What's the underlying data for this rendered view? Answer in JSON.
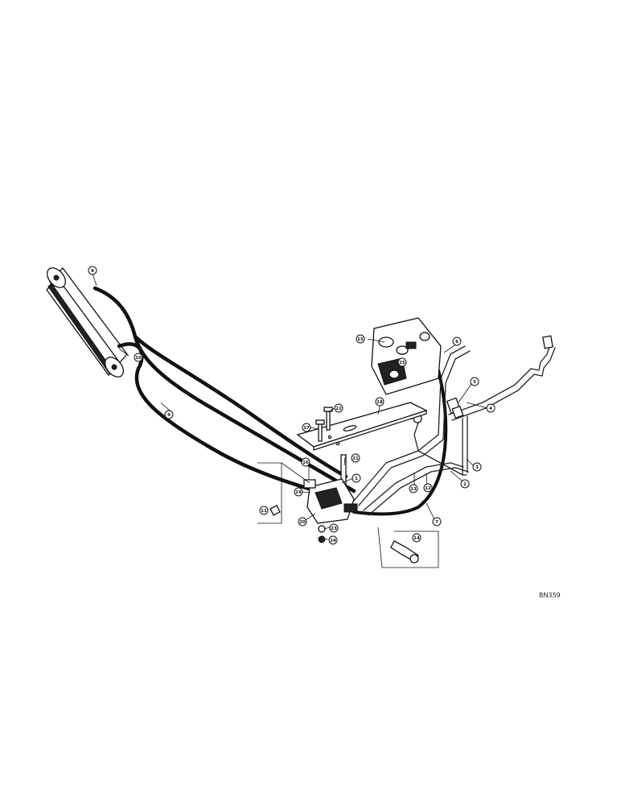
{
  "drawing_code": "BN359",
  "callouts": [
    {
      "id": "c1",
      "label": "1"
    },
    {
      "id": "c2",
      "label": "2"
    },
    {
      "id": "c3",
      "label": "3"
    },
    {
      "id": "c4",
      "label": "4"
    },
    {
      "id": "c5",
      "label": "5"
    },
    {
      "id": "c6",
      "label": "6"
    },
    {
      "id": "c7",
      "label": "7"
    },
    {
      "id": "c8",
      "label": "8"
    },
    {
      "id": "c9",
      "label": "9"
    },
    {
      "id": "c10",
      "label": "10"
    },
    {
      "id": "c11",
      "label": "11"
    },
    {
      "id": "c12",
      "label": "12"
    },
    {
      "id": "c13",
      "label": "13"
    },
    {
      "id": "c14",
      "label": "14"
    },
    {
      "id": "c15",
      "label": "15"
    },
    {
      "id": "c16",
      "label": "16"
    },
    {
      "id": "c17",
      "label": "17"
    },
    {
      "id": "c18",
      "label": "18"
    },
    {
      "id": "c19",
      "label": "19"
    },
    {
      "id": "c20",
      "label": "20"
    },
    {
      "id": "c21",
      "label": "21"
    },
    {
      "id": "c22",
      "label": "22"
    },
    {
      "id": "c23",
      "label": "23"
    },
    {
      "id": "c24",
      "label": "24"
    },
    {
      "id": "c25",
      "label": "25"
    }
  ]
}
